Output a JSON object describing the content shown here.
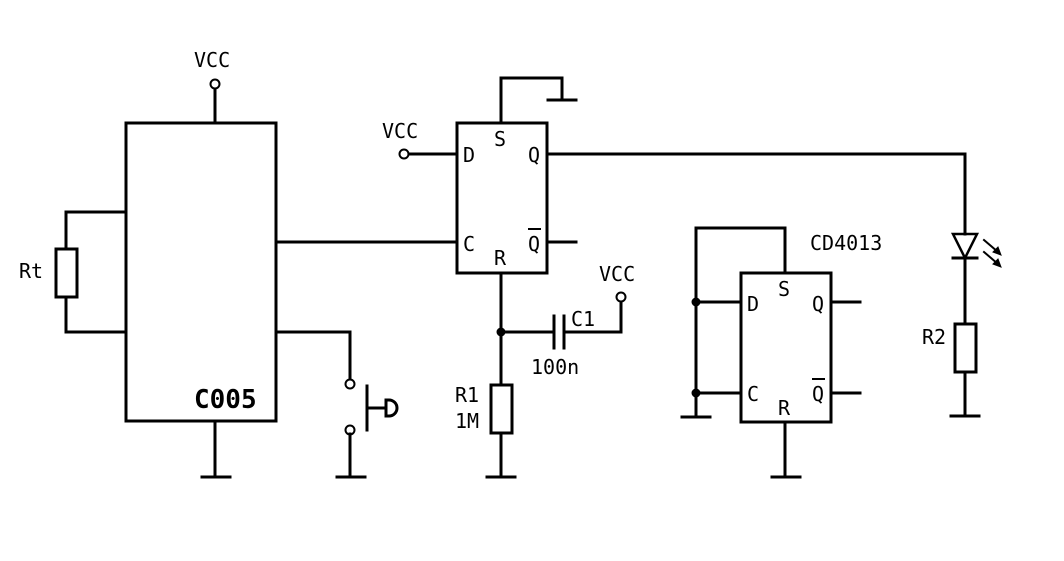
{
  "labels": {
    "vcc_top": "VCC",
    "vcc_ff1": "VCC",
    "vcc_c1": "VCC",
    "rt": "Rt",
    "c005": "C005",
    "r1_name": "R1",
    "r1_value": "1M",
    "c1_name": "C1",
    "c1_value": "100n",
    "r2": "R2",
    "cd4013": "CD4013"
  },
  "ff1": {
    "d": "D",
    "s": "S",
    "q": "Q",
    "c": "C",
    "qbar": "Q",
    "r": "R"
  },
  "ff2": {
    "d": "D",
    "s": "S",
    "q": "Q",
    "c": "C",
    "qbar": "Q",
    "r": "R"
  },
  "colors": {
    "ink": "#000000",
    "paper": "#ffffff"
  }
}
